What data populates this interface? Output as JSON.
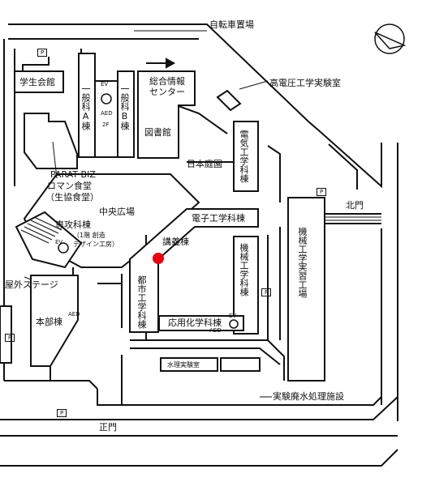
{
  "map": {
    "labels": {
      "bicycle_parking": "自転車置場",
      "student_union": "学生会館",
      "general_a": "一般科A棟",
      "general_b": "一般科B棟",
      "ev": "EV",
      "aed": "AED",
      "two_f": "2F",
      "info_center_1": "総合情報",
      "info_center_2": "センター",
      "library": "図書館",
      "high_voltage_lab": "高電圧工学実験室",
      "electrical_eng": "電気工学科棟",
      "japanese_garden": "日本庭園",
      "parat_biz": "PARAT BIZ",
      "roman_cafeteria": "ロマン食堂",
      "coop_cafeteria": "（生協食堂）",
      "central_plaza": "中央広場",
      "electronic_eng": "電子工学科棟",
      "north_gate": "北門",
      "specialized_1": "専攻科棟",
      "specialized_2": "（1階 創造",
      "specialized_3": "デザイン工房）",
      "lecture_hall": "講義棟",
      "mechanical_eng": "機械工学科棟",
      "machine_shop": "機械工学実習工場",
      "outdoor_stage": "屋外ステージ",
      "civil_eng": "都市工学科棟",
      "main_building": "本部棟",
      "applied_chem": "応用化学科棟",
      "hydraulics_lab": "水理実験室",
      "wastewater_facility": "実験廃水処理施設",
      "main_gate": "正門",
      "p": "P"
    },
    "colors": {
      "line": "#111111",
      "marker": "#e8000f"
    },
    "marker": {
      "name": "current-location",
      "building": "講義棟"
    }
  }
}
